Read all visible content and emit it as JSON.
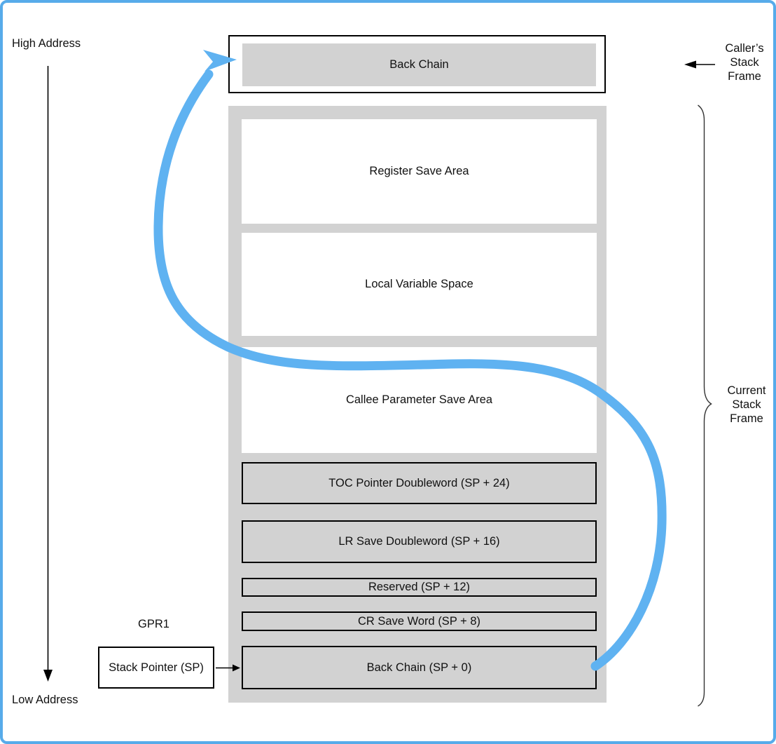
{
  "colors": {
    "border-blue": "#57abea",
    "accent-blue": "#5fb2f1",
    "gray": "#d2d2d2"
  },
  "labels": {
    "high_address": "High Address",
    "low_address": "Low Address",
    "gpr1": "GPR1",
    "caller_frame_line1": "Caller’s",
    "caller_frame_line2": "Stack",
    "caller_frame_line3": "Frame",
    "current_frame_line1": "Current",
    "current_frame_line2": "Stack",
    "current_frame_line3": "Frame"
  },
  "caller_frame": {
    "back_chain_label": "Back Chain"
  },
  "current_frame": {
    "rows": [
      {
        "label": "Register Save Area",
        "fill": "white"
      },
      {
        "label": "Local Variable Space",
        "fill": "white"
      },
      {
        "label": "Callee Parameter Save Area",
        "fill": "white"
      },
      {
        "label": "TOC Pointer Doubleword (SP + 24)",
        "fill": "gray"
      },
      {
        "label": "LR Save Doubleword (SP + 16)",
        "fill": "gray"
      },
      {
        "label": "Reserved (SP + 12)",
        "fill": "gray"
      },
      {
        "label": "CR Save Word (SP + 8)",
        "fill": "gray"
      },
      {
        "label": "Back Chain (SP + 0)",
        "fill": "gray"
      }
    ]
  },
  "sp": {
    "label": "Stack Pointer (SP)"
  },
  "icons": {
    "address_axis_arrow": "down-arrow",
    "caller_frame_arrow": "left-arrow",
    "sp_arrow": "right-arrow",
    "back_chain_pointer": "curved-arrow-to-back-chain"
  }
}
